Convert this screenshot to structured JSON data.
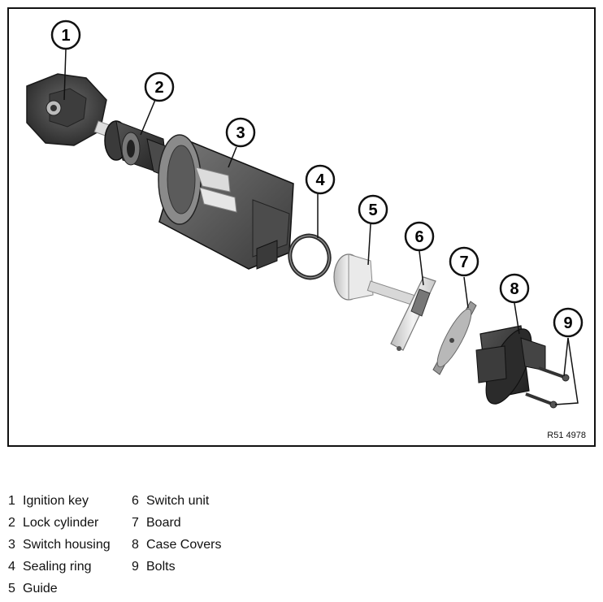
{
  "figure": {
    "reference_code": "R51 4978",
    "callouts": [
      "1",
      "2",
      "3",
      "4",
      "5",
      "6",
      "7",
      "8",
      "9"
    ]
  },
  "legend": {
    "column1": [
      {
        "num": "1",
        "label": "Ignition key"
      },
      {
        "num": "2",
        "label": "Lock cylinder"
      },
      {
        "num": "3",
        "label": "Switch housing"
      },
      {
        "num": "4",
        "label": "Sealing ring"
      },
      {
        "num": "5",
        "label": "Guide"
      }
    ],
    "column2": [
      {
        "num": "6",
        "label": "Switch unit"
      },
      {
        "num": "7",
        "label": "Board"
      },
      {
        "num": "8",
        "label": "Case Covers"
      },
      {
        "num": "9",
        "label": "Bolts"
      }
    ]
  }
}
